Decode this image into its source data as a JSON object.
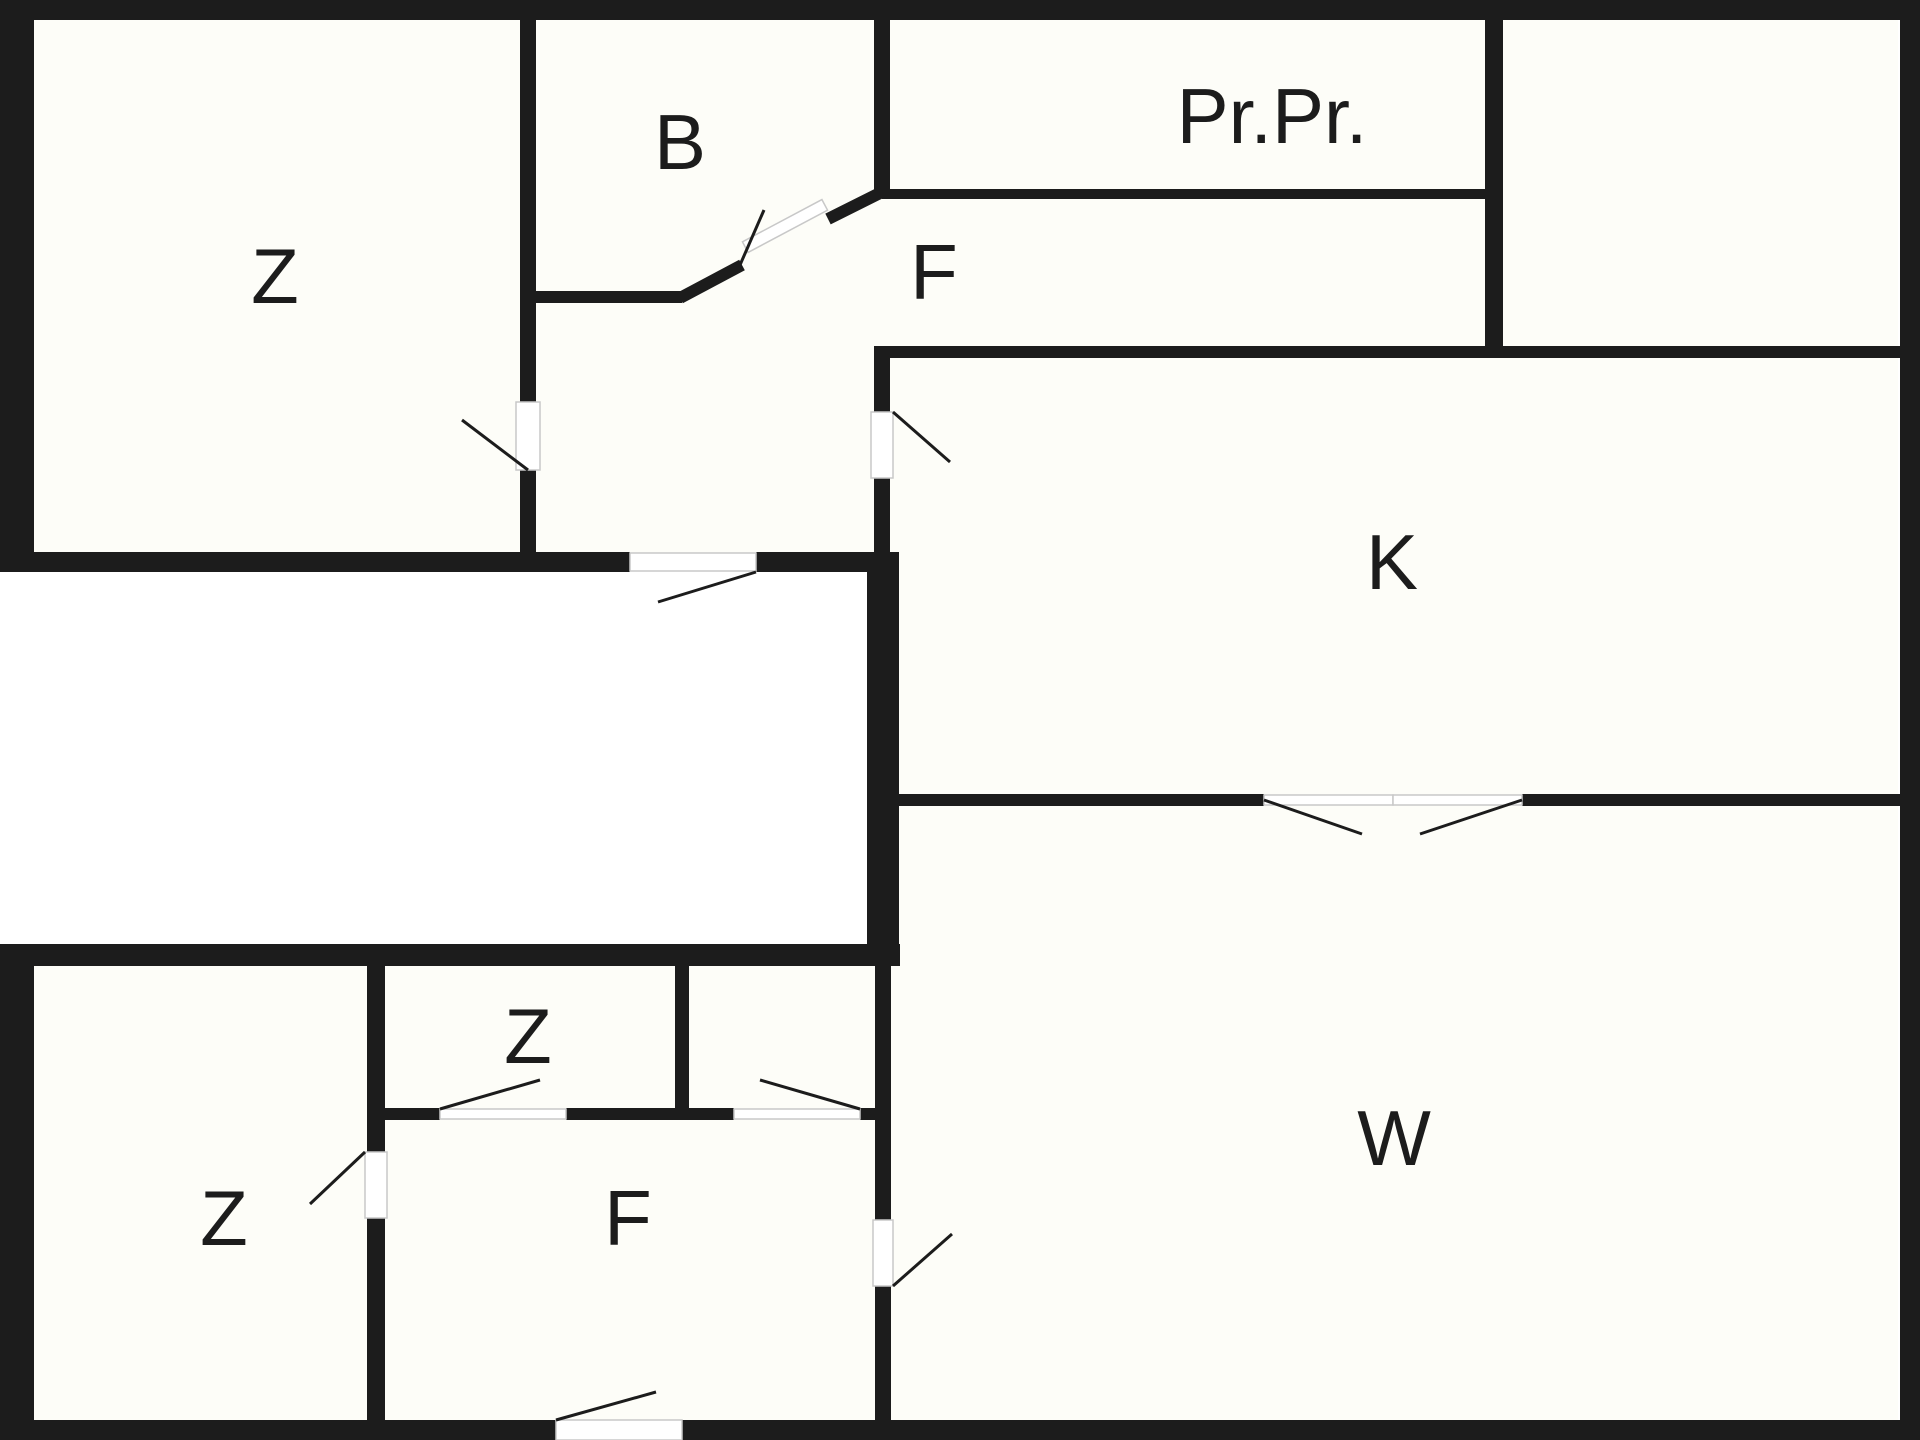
{
  "rooms": [
    {
      "id": "z1",
      "label": "Z"
    },
    {
      "id": "b",
      "label": "B"
    },
    {
      "id": "prpr",
      "label": "Pr.Pr."
    },
    {
      "id": "f1",
      "label": "F"
    },
    {
      "id": "k",
      "label": "K"
    },
    {
      "id": "z2",
      "label": "Z"
    },
    {
      "id": "z3",
      "label": "Z"
    },
    {
      "id": "f2",
      "label": "F"
    },
    {
      "id": "w",
      "label": "W"
    }
  ]
}
